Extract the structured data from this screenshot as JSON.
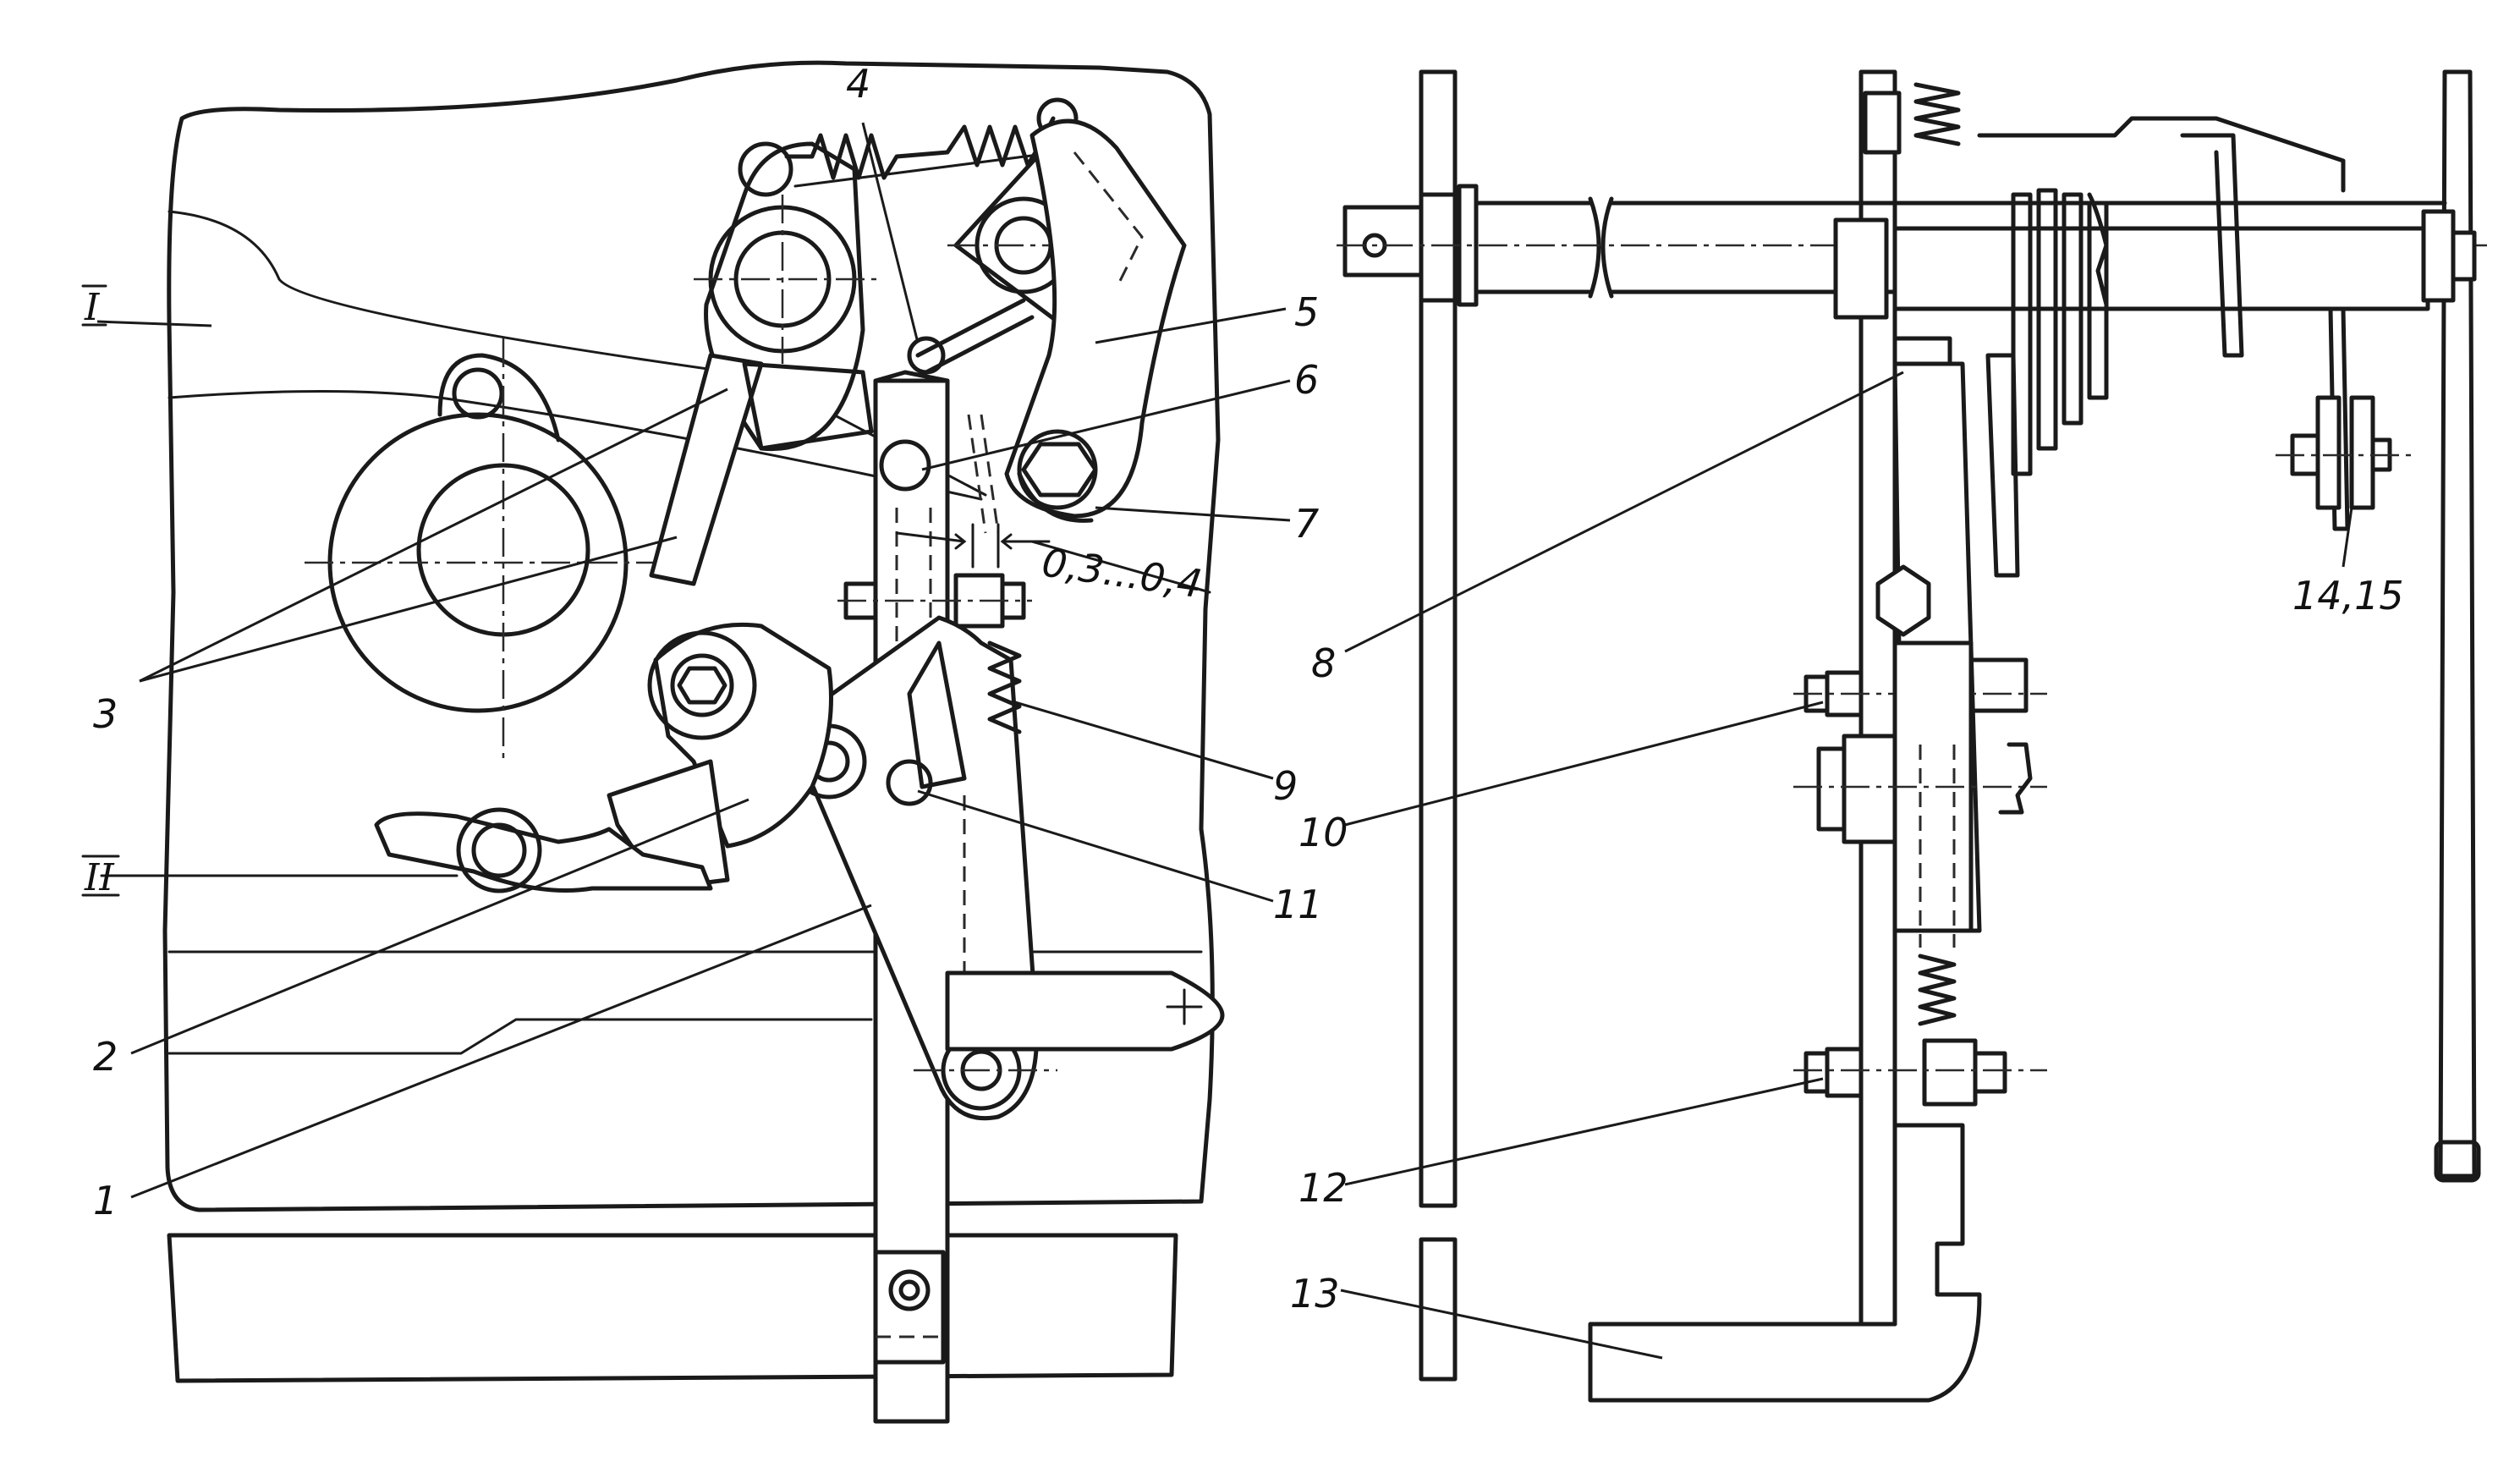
{
  "labels": {
    "l1": "1",
    "l2": "2",
    "l3": "3",
    "l4": "4",
    "l5": "5",
    "l6": "6",
    "l7": "7",
    "l8": "8",
    "l9": "9",
    "l10": "10",
    "l11": "11",
    "l12": "12",
    "l13": "13",
    "l14_15": "14,15",
    "roman_I": "I",
    "roman_II": "II",
    "gap_dimension": "0,3...0,4"
  }
}
